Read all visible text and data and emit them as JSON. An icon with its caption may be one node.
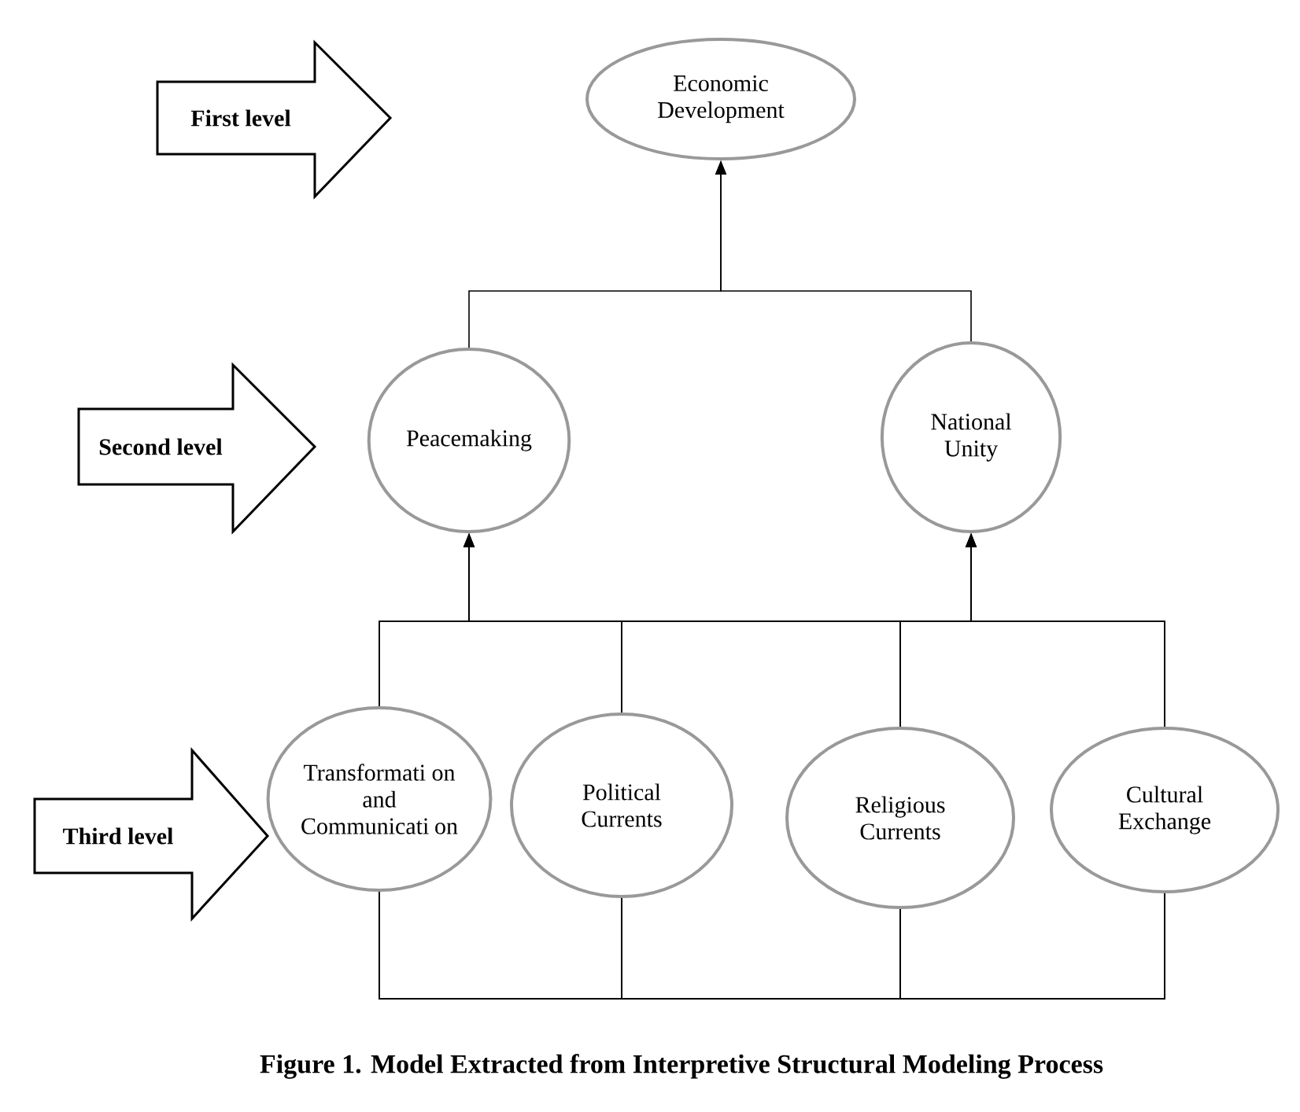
{
  "diagram": {
    "caption": "Figure 1.  Model Extracted from Interpretive Structural Modeling Process",
    "nodes": [
      {
        "text": [
          "First level"
        ]
      },
      {
        "text": [
          "Economic Development"
        ]
      },
      {
        "text": [
          "Second level"
        ]
      },
      {
        "text": [
          "Peacemaking"
        ]
      },
      {
        "text": [
          "National Unity"
        ]
      },
      {
        "text": [
          "Third level"
        ]
      },
      {
        "text": [
          "Transformati on and Communicati on"
        ]
      },
      {
        "text": [
          "Political Currents"
        ]
      },
      {
        "text": [
          "Religious Currents"
        ]
      },
      {
        "text": [
          "Cultural Exchange"
        ]
      }
    ],
    "edges": [
      {
        "from": 3,
        "to": 1,
        "arrow": "to"
      },
      {
        "from": 4,
        "to": 1,
        "arrow": "to"
      },
      {
        "from": 6,
        "to": 3,
        "arrow": "to"
      },
      {
        "from": 7,
        "to": 3,
        "arrow": "to"
      },
      {
        "from": 8,
        "to": 3,
        "arrow": "to"
      },
      {
        "from": 9,
        "to": 3,
        "arrow": "to"
      },
      {
        "from": 6,
        "to": 4,
        "arrow": "to"
      },
      {
        "from": 7,
        "to": 4,
        "arrow": "to"
      },
      {
        "from": 8,
        "to": 4,
        "arrow": "to"
      },
      {
        "from": 9,
        "to": 4,
        "arrow": "to"
      },
      {
        "from": 6,
        "to": 7,
        "arrow": "none"
      },
      {
        "from": 6,
        "to": 8,
        "arrow": "none"
      },
      {
        "from": 6,
        "to": 9,
        "arrow": "none"
      },
      {
        "from": 7,
        "to": 8,
        "arrow": "none"
      },
      {
        "from": 7,
        "to": 9,
        "arrow": "none"
      },
      {
        "from": 8,
        "to": 9,
        "arrow": "none"
      }
    ]
  }
}
